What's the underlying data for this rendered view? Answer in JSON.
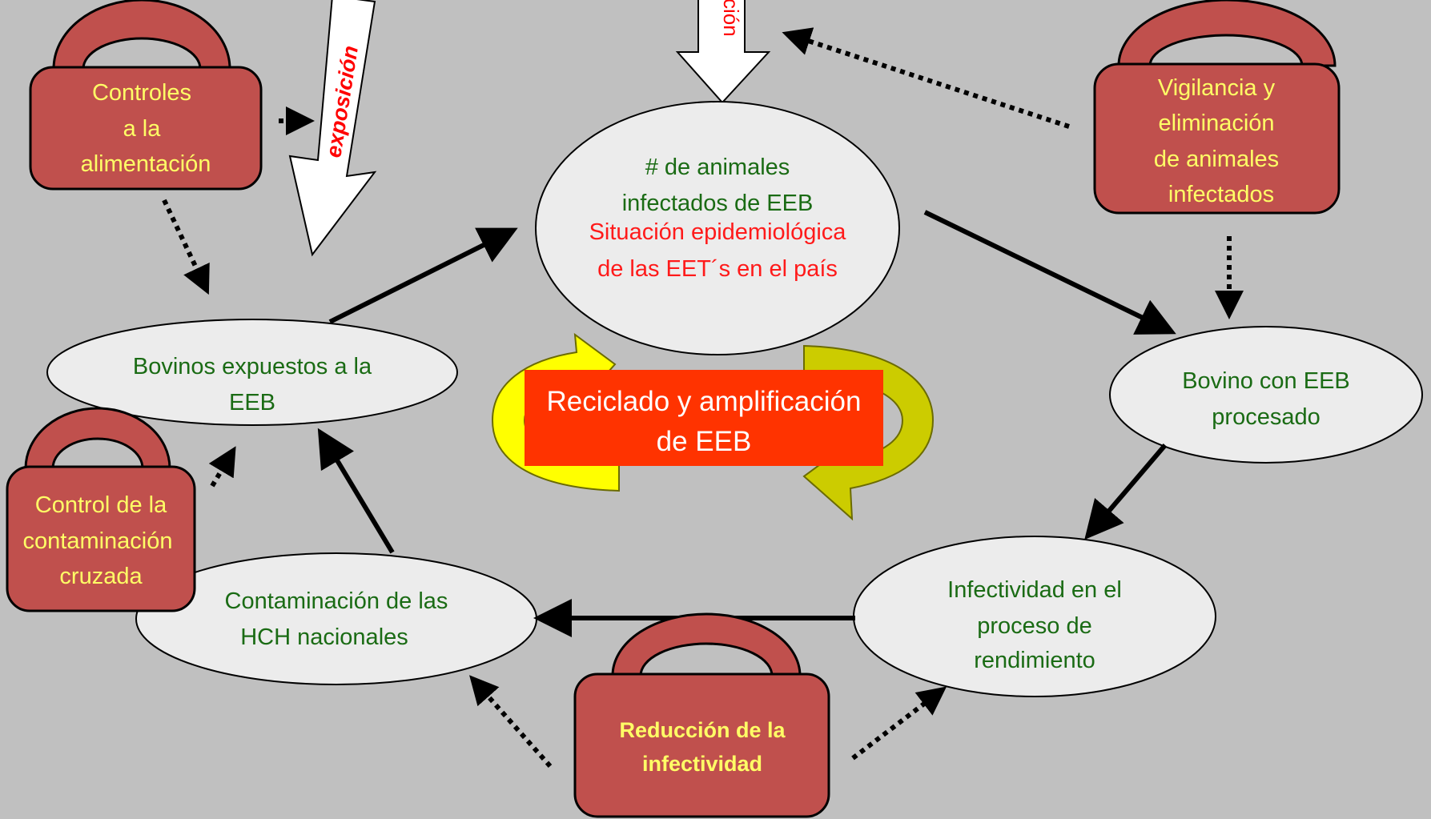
{
  "colors": {
    "background": "#c0c0c0",
    "ellipse_fill": "#ececec",
    "node_text": "#1a6b14",
    "red_text": "#ff1a1a",
    "lock_fill": "#c0504d",
    "lock_text": "#ffff66",
    "recycle_fill": "#ff3300",
    "recycle_text": "#ffffff",
    "yellow_arrow": "#ffff00",
    "yellow_arrow_shade": "#c8c800"
  },
  "nodes": {
    "infected": [
      "# de animales",
      "infectados de EEB"
    ],
    "situation": [
      "Situación epidemiológica",
      "de las EET´s en el país"
    ],
    "exposed": [
      "Bovinos expuestos a la",
      "EEB"
    ],
    "processed": [
      "Bovino con EEB",
      "procesado"
    ],
    "infectivity": [
      "Infectividad en el",
      "proceso de",
      "rendimiento"
    ],
    "contamination": [
      "Contaminación de las",
      "HCH nacionales"
    ]
  },
  "locks": {
    "feed": [
      "Controles",
      "a la",
      "alimentación"
    ],
    "surveillance": [
      "Vigilancia y",
      "eliminación",
      "de animales",
      "infectados"
    ],
    "cross": [
      "Control de la",
      "contaminación",
      "cruzada"
    ],
    "reduction": [
      "Reducción de la",
      "infectividad"
    ]
  },
  "recycle": [
    "Reciclado y amplificación",
    "de EEB"
  ],
  "big_arrows": {
    "exposure": "exposición",
    "top_partial": "ción"
  }
}
